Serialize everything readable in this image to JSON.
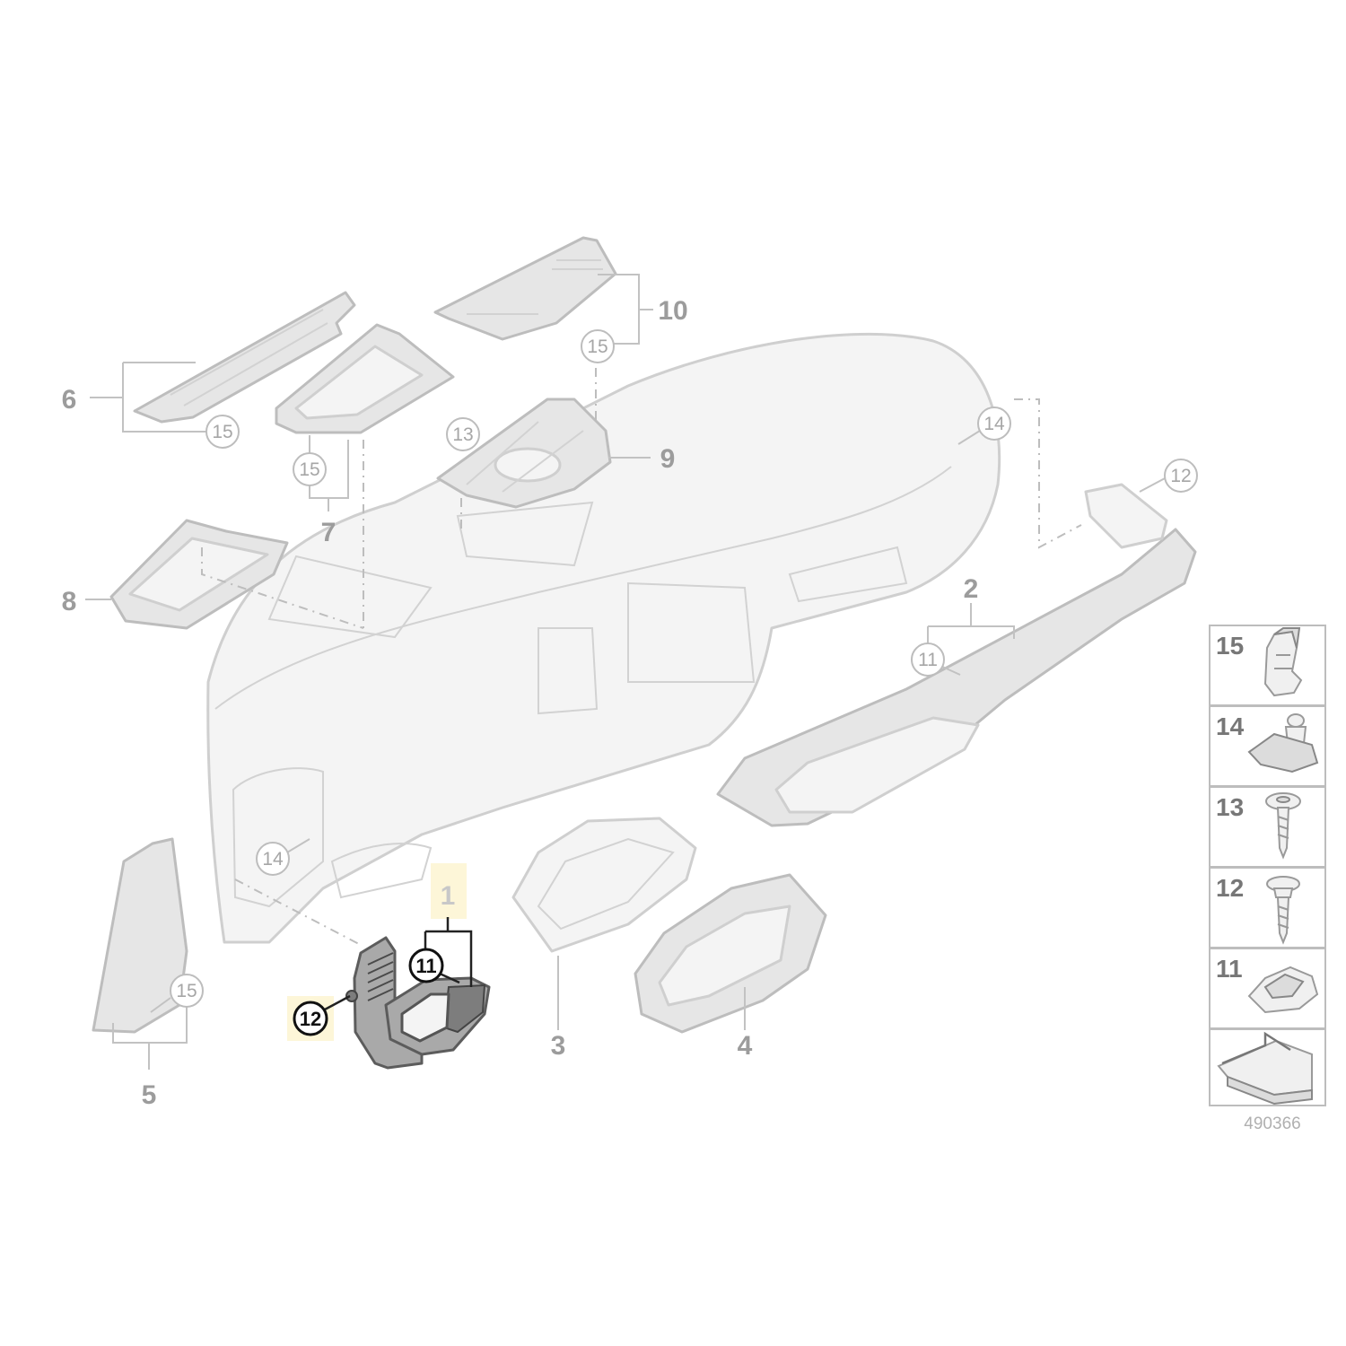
{
  "diagram": {
    "reference_number": "490366",
    "callouts": {
      "c1": "1",
      "c2": "2",
      "c3": "3",
      "c4": "4",
      "c5": "5",
      "c6": "6",
      "c7": "7",
      "c8": "8",
      "c9": "9",
      "c10": "10"
    },
    "circled": {
      "c15_top": "15",
      "c15_part6": "15",
      "c15_part7": "15",
      "c13": "13",
      "c14_right": "14",
      "c12_right": "12",
      "c11_part2": "11",
      "c14_left": "14",
      "c15_part5": "15",
      "c11_part1": "11",
      "c12_part1": "12"
    },
    "legend": {
      "items": [
        {
          "number": "15",
          "icon": "clip-nut-icon"
        },
        {
          "number": "14",
          "icon": "expanding-nut-icon"
        },
        {
          "number": "13",
          "icon": "washer-screw-icon"
        },
        {
          "number": "12",
          "icon": "flange-screw-icon"
        },
        {
          "number": "11",
          "icon": "spring-clip-icon"
        },
        {
          "number": "",
          "icon": "arrow-panel-icon"
        }
      ]
    }
  }
}
